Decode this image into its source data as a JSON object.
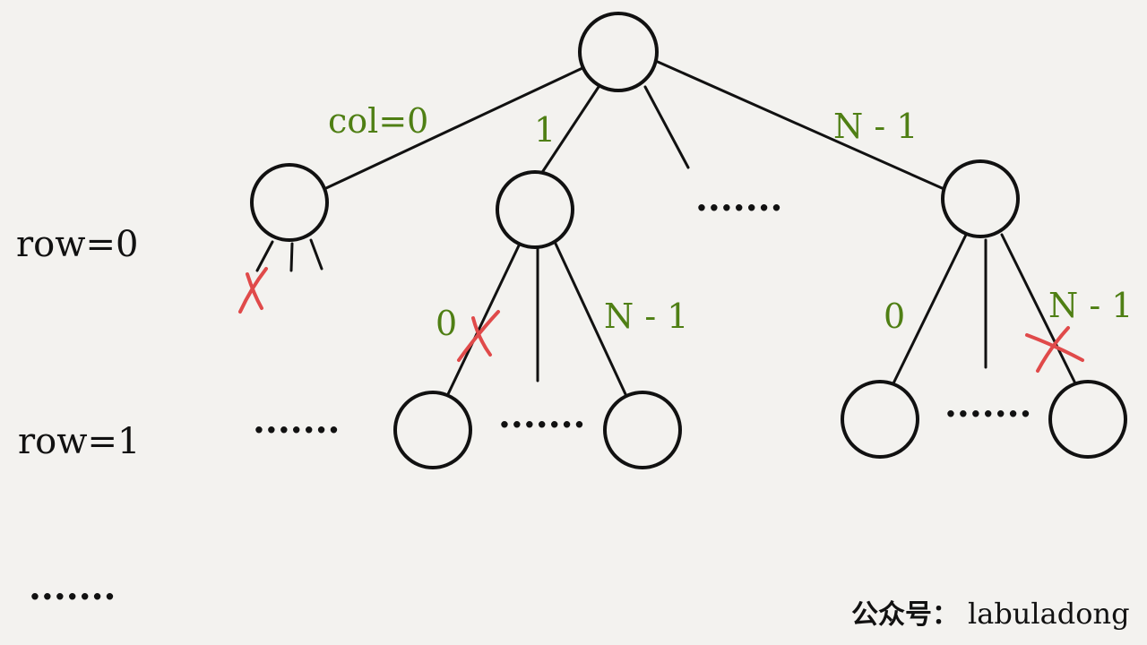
{
  "diagram": {
    "edge_labels": {
      "root_col0": "col=0",
      "root_col1": "1",
      "root_colN": "N - 1",
      "mid_col0": "0",
      "mid_colN": "N - 1",
      "right_col0": "0",
      "right_colN": "N - 1"
    },
    "row_labels": {
      "row0": "row=0",
      "row1": "row=1"
    },
    "ellipsis": "·······",
    "colors": {
      "edge_label": "#4f7f14",
      "prune_mark": "#e04a4a",
      "stroke": "#111111",
      "background": "#f3f2ef"
    }
  },
  "footer": {
    "credit_cn": "公众号：",
    "credit_name": "labuladong"
  }
}
